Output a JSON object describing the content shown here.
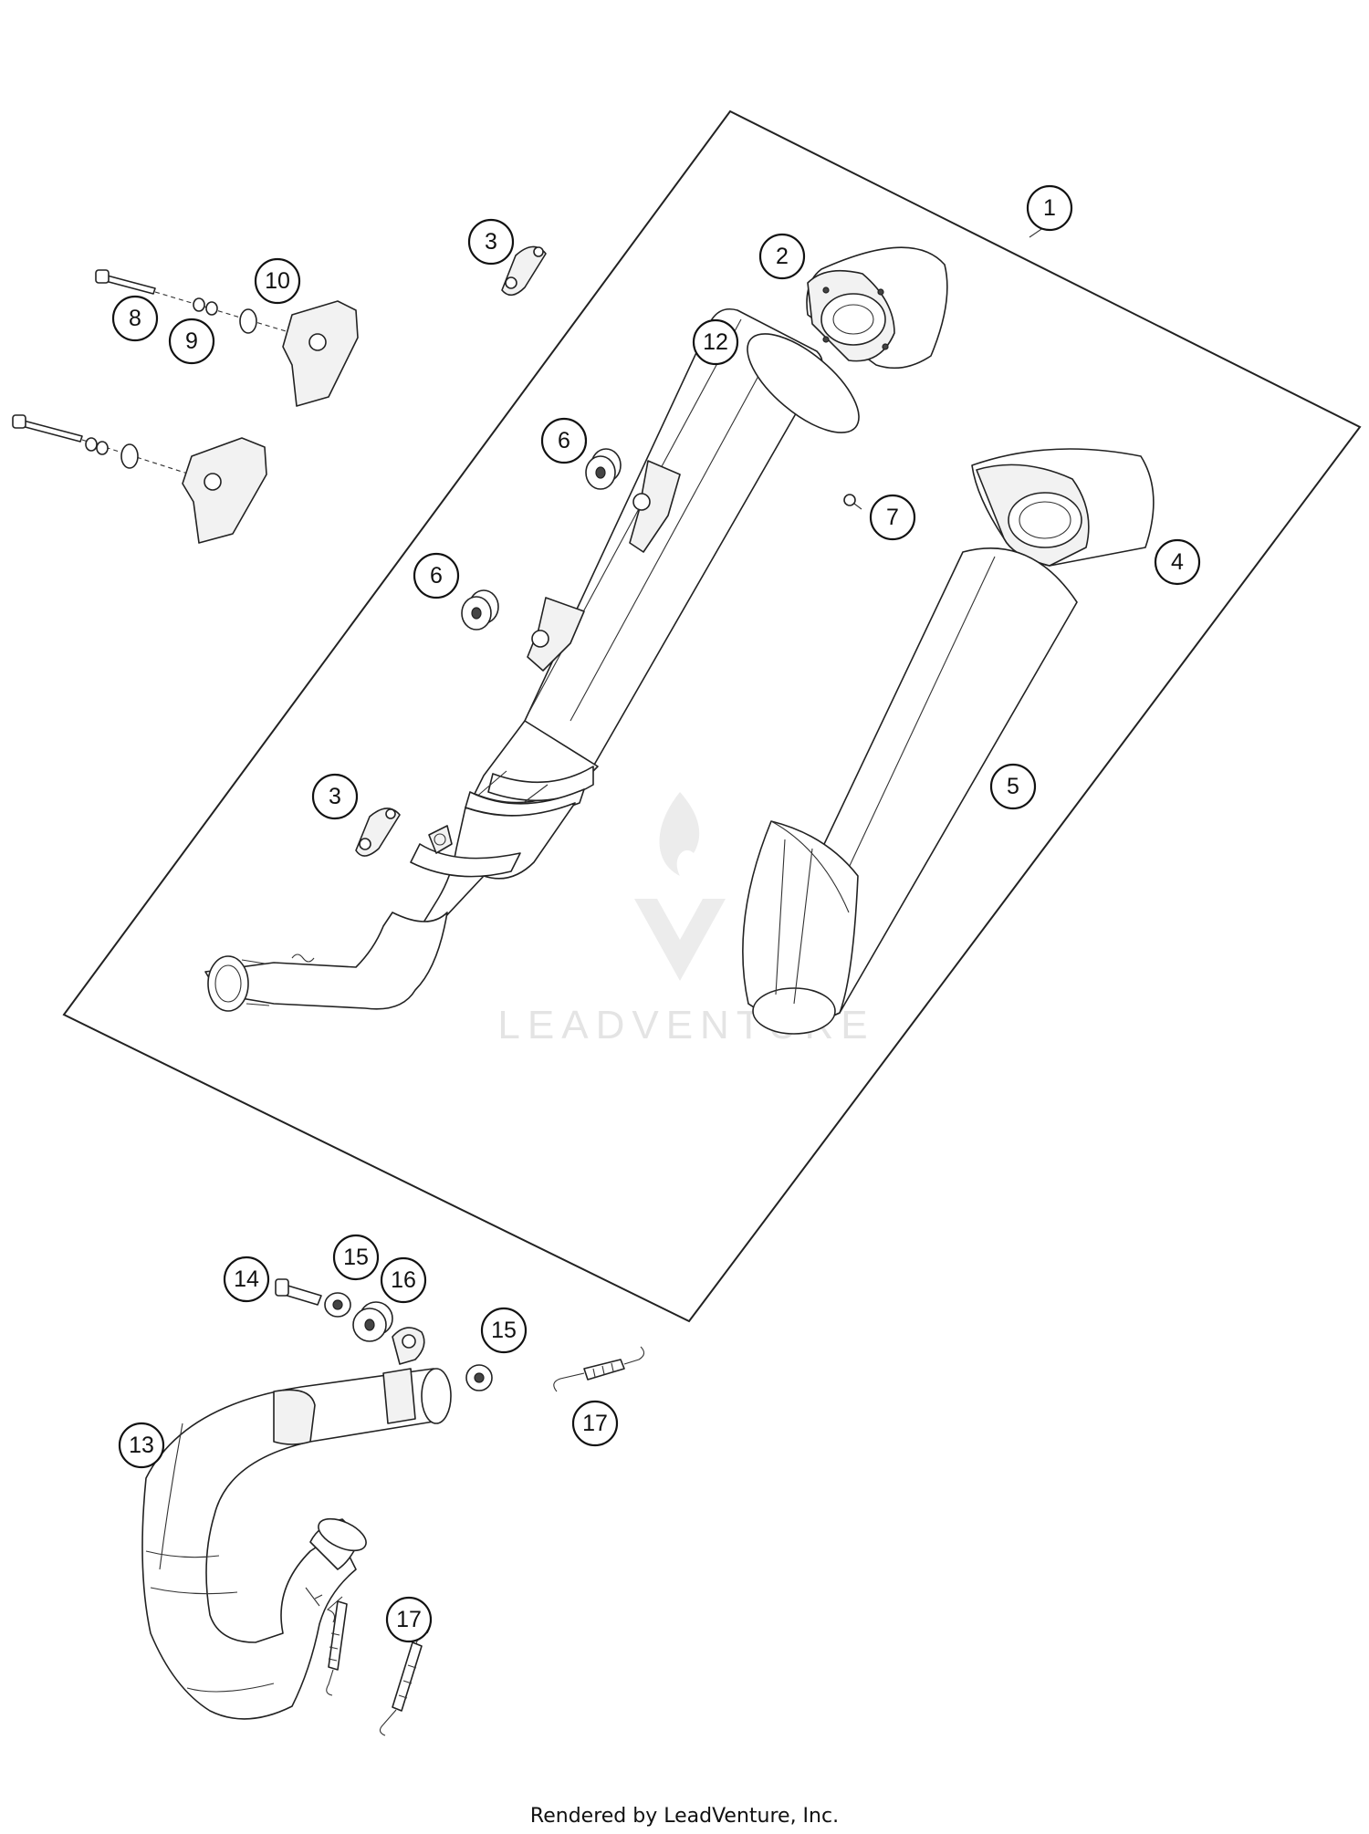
{
  "callouts": [
    {
      "id": "c1",
      "label": "1"
    },
    {
      "id": "c2",
      "label": "2"
    },
    {
      "id": "c3a",
      "label": "3"
    },
    {
      "id": "c3b",
      "label": "3"
    },
    {
      "id": "c4",
      "label": "4"
    },
    {
      "id": "c5",
      "label": "5"
    },
    {
      "id": "c6a",
      "label": "6"
    },
    {
      "id": "c6b",
      "label": "6"
    },
    {
      "id": "c7",
      "label": "7"
    },
    {
      "id": "c8",
      "label": "8"
    },
    {
      "id": "c9",
      "label": "9"
    },
    {
      "id": "c10",
      "label": "10"
    },
    {
      "id": "c12",
      "label": "12"
    },
    {
      "id": "c13",
      "label": "13"
    },
    {
      "id": "c14",
      "label": "14"
    },
    {
      "id": "c15a",
      "label": "15"
    },
    {
      "id": "c15b",
      "label": "15"
    },
    {
      "id": "c16",
      "label": "16"
    },
    {
      "id": "c17a",
      "label": "17"
    },
    {
      "id": "c17b",
      "label": "17"
    }
  ],
  "watermark": "LEADVENTURE",
  "footer": "Rendered by LeadVenture, Inc."
}
